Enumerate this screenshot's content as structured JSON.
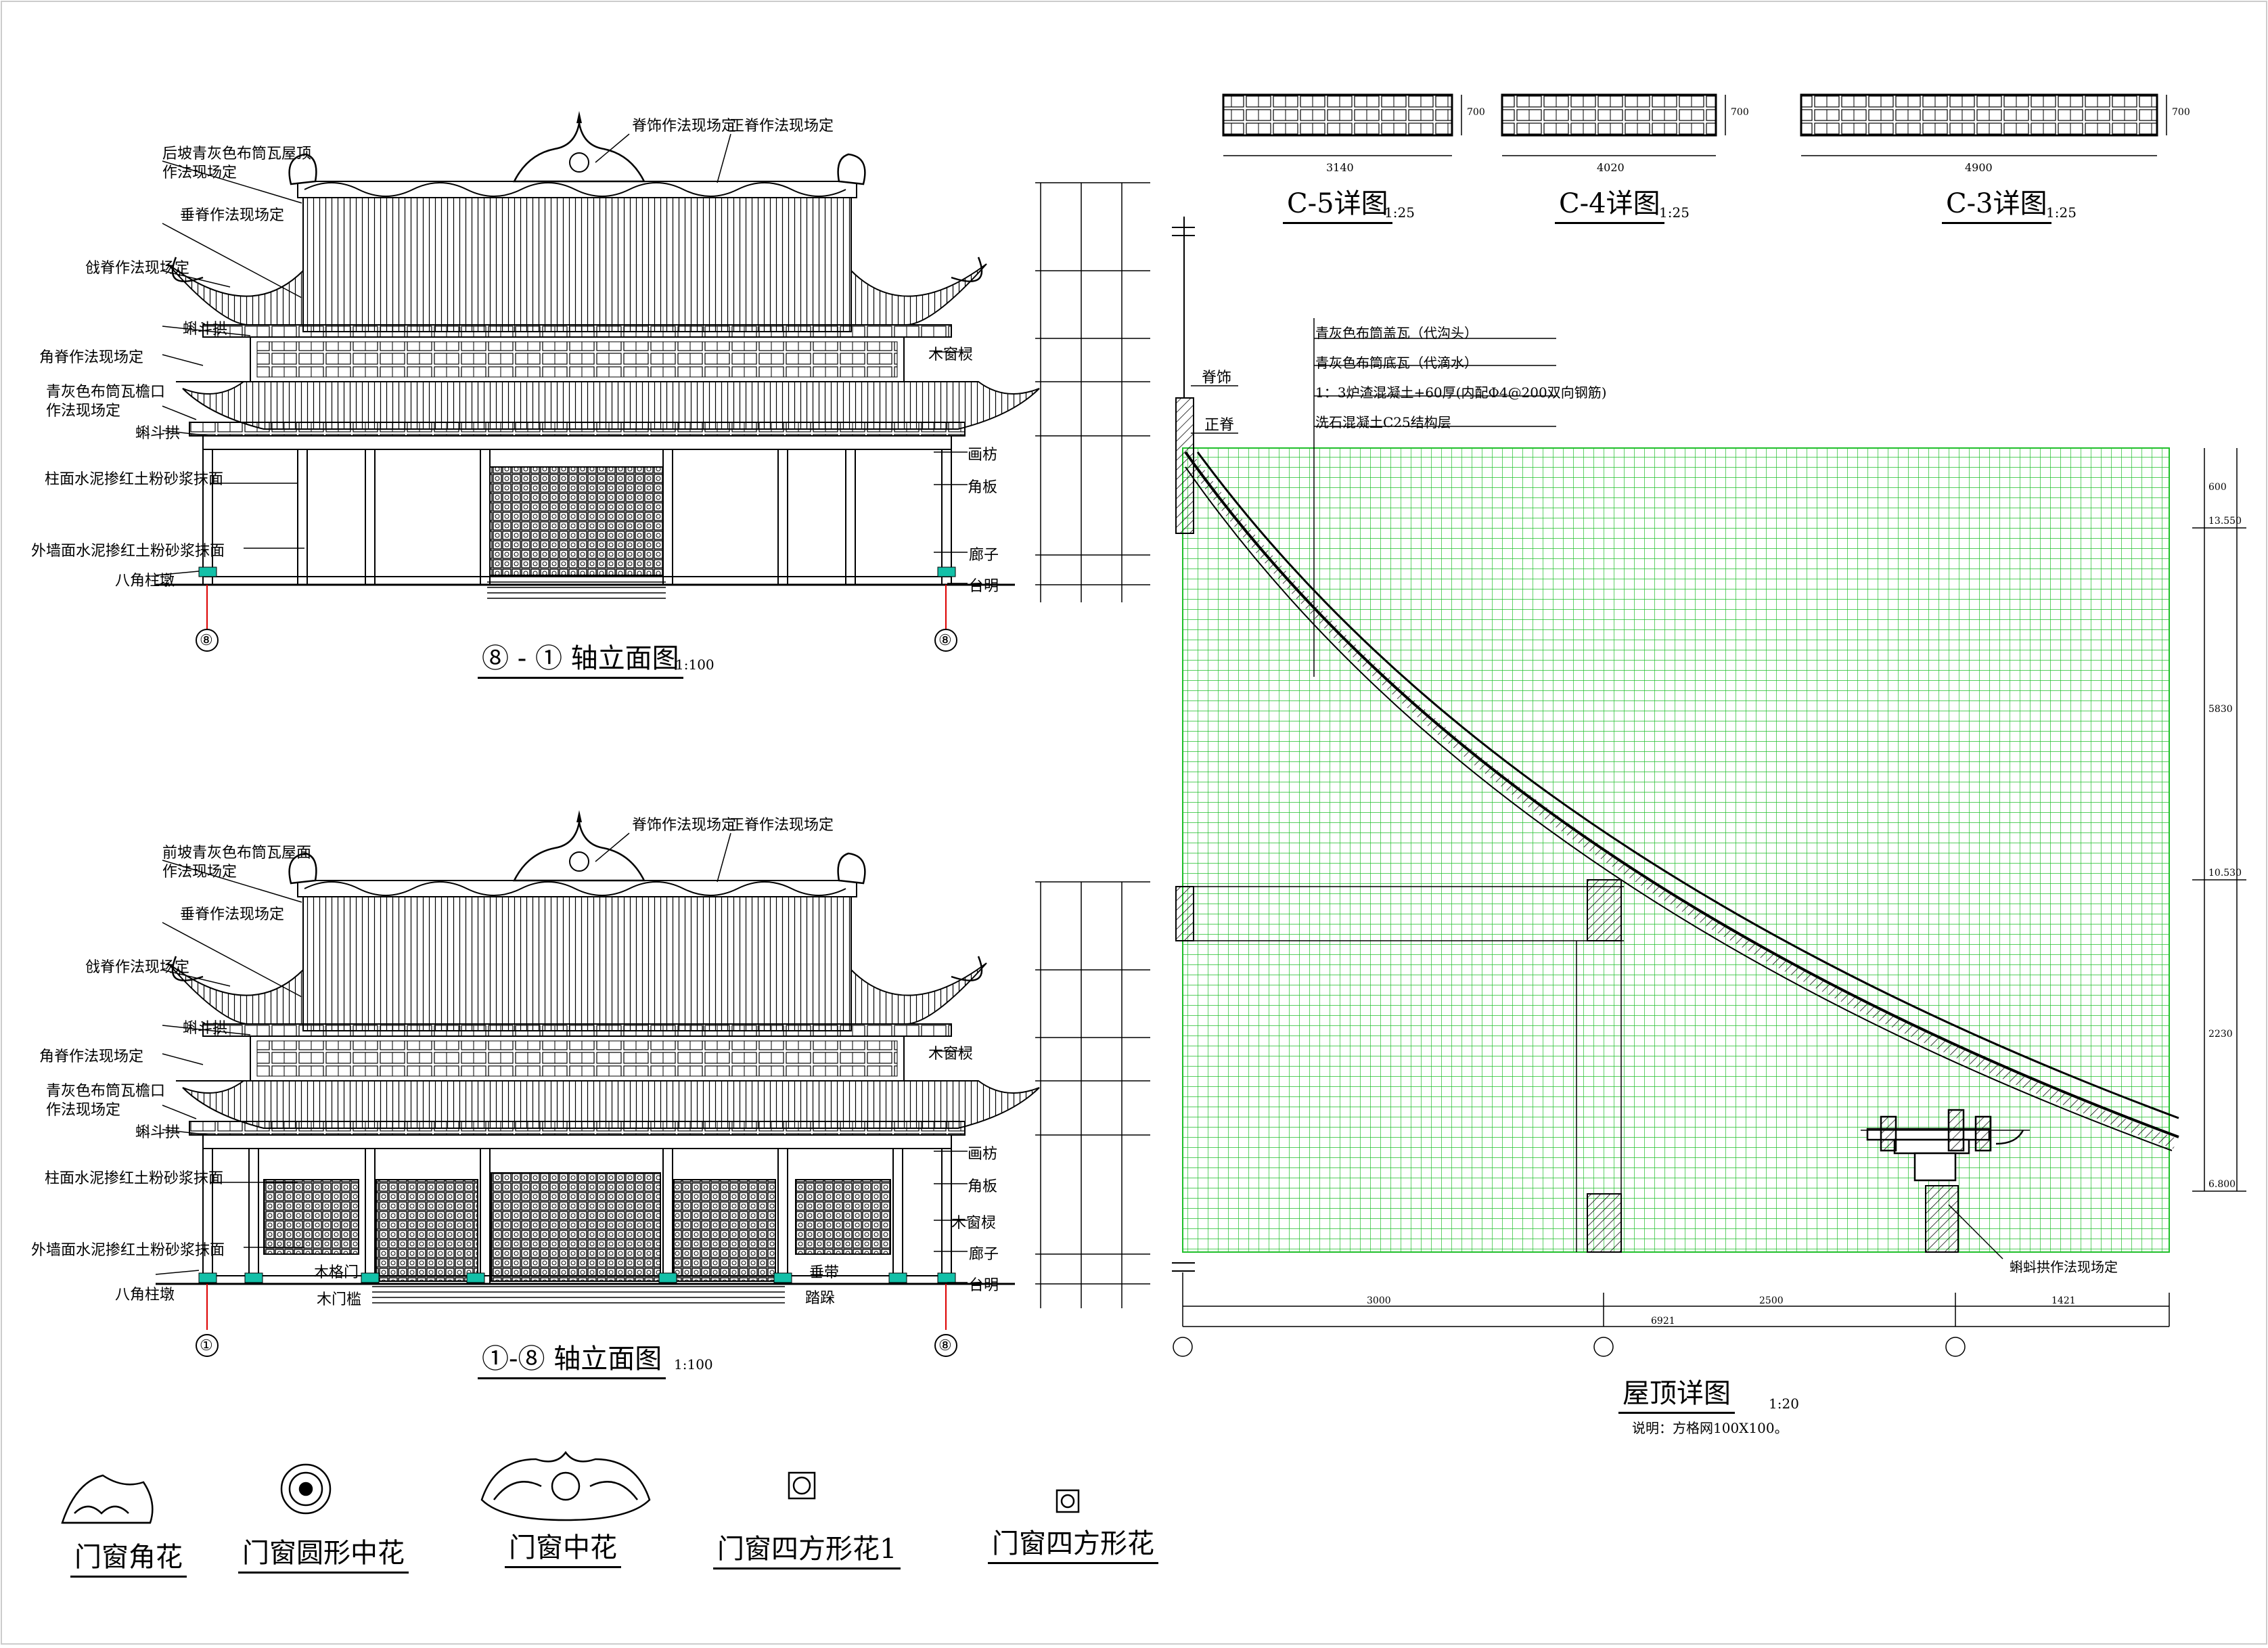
{
  "elevation_top": {
    "title": "⑧ - ① 轴立面图",
    "scale": "1:100",
    "axis_left": "⑧",
    "axis_right": "⑧",
    "labels_left": [
      "后坡青灰色布筒瓦屋顶",
      "作法现场定",
      "垂脊作法现场定",
      "戗脊作法现场定",
      "蝌斗拱",
      "角脊作法现场定",
      "青灰色布筒瓦檐口",
      "作法现场定",
      "蝌斗拱",
      "柱面水泥掺红土粉砂浆抹面",
      "外墙面水泥掺红土粉砂浆抹面",
      "八角柱墩"
    ],
    "labels_top": [
      "脊饰作法现场定",
      "正脊作法现场定"
    ],
    "labels_right": [
      "木窗棂",
      "画枋",
      "角板",
      "廊子",
      "台明"
    ]
  },
  "elevation_bottom": {
    "title": "①-⑧ 轴立面图",
    "scale": "1:100",
    "axis_left": "①",
    "axis_right": "⑧",
    "labels_left": [
      "前坡青灰色布筒瓦屋面",
      "作法现场定",
      "垂脊作法现场定",
      "戗脊作法现场定",
      "蝌斗拱",
      "角脊作法现场定",
      "青灰色布筒瓦檐口",
      "作法现场定",
      "蝌斗拱",
      "柱面水泥掺红土粉砂浆抹面",
      "外墙面水泥掺红土粉砂浆抹面",
      "八角柱墩"
    ],
    "labels_top": [
      "脊饰作法现场定",
      "正脊作法现场定"
    ],
    "labels_right": [
      "木窗棂",
      "画枋",
      "角板",
      "木窗棂",
      "廊子",
      "台明"
    ],
    "labels_inner": [
      "木格门",
      "木门槛",
      "垂带",
      "踏跺"
    ]
  },
  "details": [
    {
      "title": "C-5详图",
      "scale": "1:25",
      "dim": "3140",
      "height": "700"
    },
    {
      "title": "C-4详图",
      "scale": "1:25",
      "dim": "4020",
      "height": "700"
    },
    {
      "title": "C-3详图",
      "scale": "1:25",
      "dim": "4900",
      "height": "700"
    }
  ],
  "roof": {
    "title": "屋顶详图",
    "scale": "1:20",
    "note": "说明：方格网100X100。",
    "layers": [
      "青灰色布筒盖瓦（代沟头）",
      "青灰色布筒底瓦（代滴水）",
      "1：3炉渣混凝土+60厚(内配Φ4@200双向钢筋)",
      "洗石混凝土C25结构层"
    ],
    "label_ridge_ornament": "脊饰",
    "label_main_ridge": "正脊",
    "label_bracket": "蝌蚪拱作法现场定",
    "dims_bottom": [
      "3000",
      "2500",
      "1421"
    ],
    "dim_total": "6921",
    "dims_right": [
      "600",
      "5830",
      "2230"
    ],
    "elev_right": [
      "13.550",
      "10.530",
      "6.800"
    ]
  },
  "ornaments": [
    {
      "label": "门窗角花"
    },
    {
      "label": "门窗圆形中花"
    },
    {
      "label": "门窗中花"
    },
    {
      "label": "门窗四方形花1"
    },
    {
      "label": "门窗四方形花"
    }
  ],
  "colors": {
    "line": "#000000",
    "grid": "#1fbf2a",
    "ped": "#13c0a8"
  }
}
